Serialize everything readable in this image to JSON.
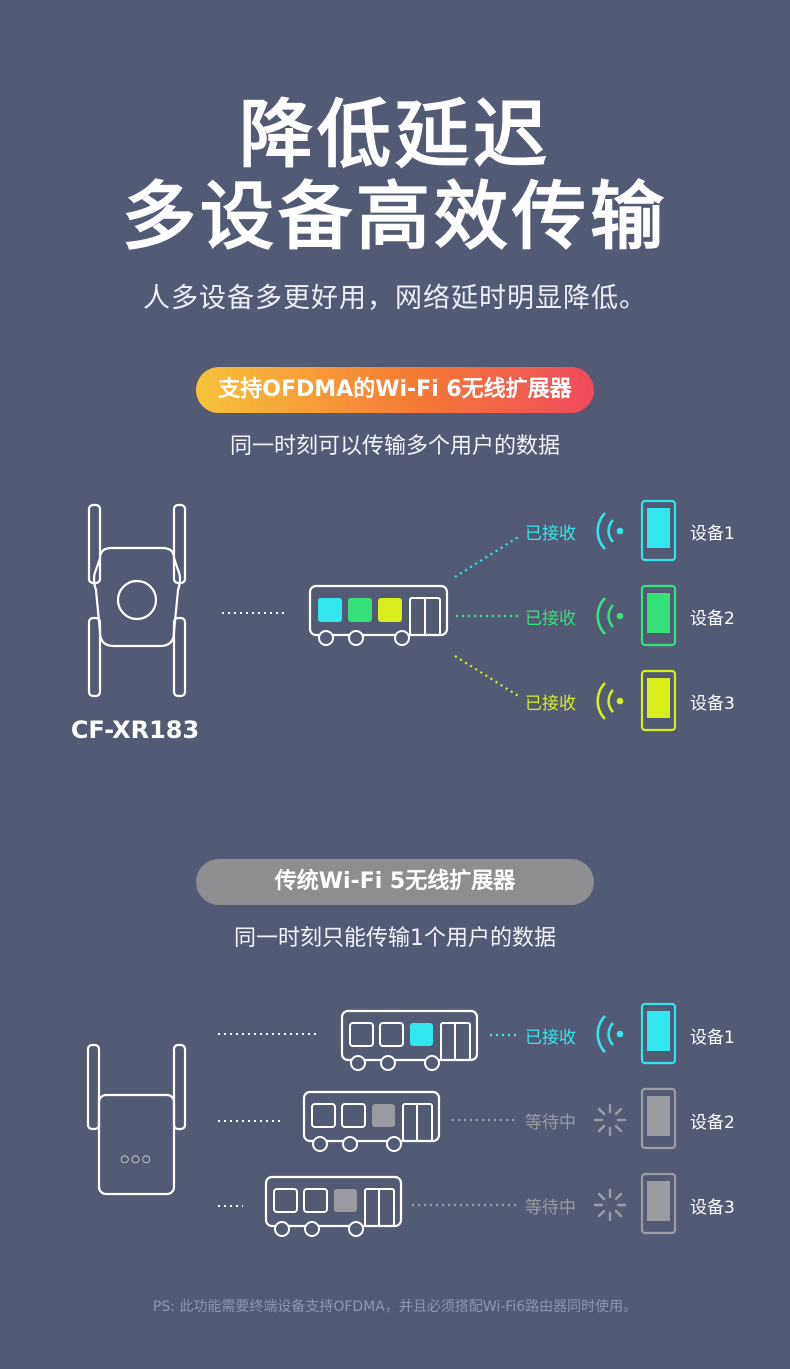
{
  "header": {
    "title_line1": "降低延迟",
    "title_line2": "多设备高效传输",
    "subtitle": "人多设备多更好用，网络延时明显降低。"
  },
  "ofdma": {
    "pill_label": "支持OFDMA的Wi-Fi 6无线扩展器",
    "description": "同一时刻可以传输多个用户的数据",
    "model": "CF-XR183",
    "devices": [
      {
        "status": "已接收",
        "label": "设备1",
        "color": "#31e6ee"
      },
      {
        "status": "已接收",
        "label": "设备2",
        "color": "#35e27a"
      },
      {
        "status": "已接收",
        "label": "设备3",
        "color": "#d7ee1c"
      }
    ]
  },
  "legacy": {
    "pill_label": "传统Wi-Fi 5无线扩展器",
    "description": "同一时刻只能传输1个用户的数据",
    "device_icon_label": "○○○",
    "devices": [
      {
        "status": "已接收",
        "label": "设备1",
        "color": "#31e6ee"
      },
      {
        "status": "等待中",
        "label": "设备2",
        "color": "#9a9ca2"
      },
      {
        "status": "等待中",
        "label": "设备3",
        "color": "#9a9ca2"
      }
    ]
  },
  "footer": {
    "ps": "PS: 此功能需要终端设备支持OFDMA，并且必须搭配Wi-Fi6路由器同时使用。"
  }
}
